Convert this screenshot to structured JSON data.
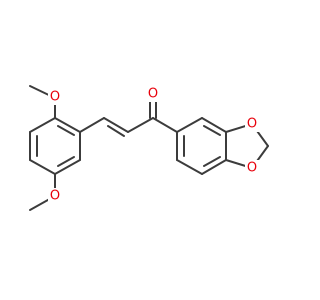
{
  "molecule": {
    "colors": {
      "bond": "#3c3c3c",
      "oxygen": "#e8000b",
      "background": "#ffffff"
    },
    "atom_labels": {
      "carbonyl_oxygen": "O",
      "methoxy_top_oxygen": "O",
      "methoxy_bottom_oxygen": "O",
      "dioxole_top_oxygen": "O",
      "dioxole_bottom_oxygen": "O"
    }
  }
}
